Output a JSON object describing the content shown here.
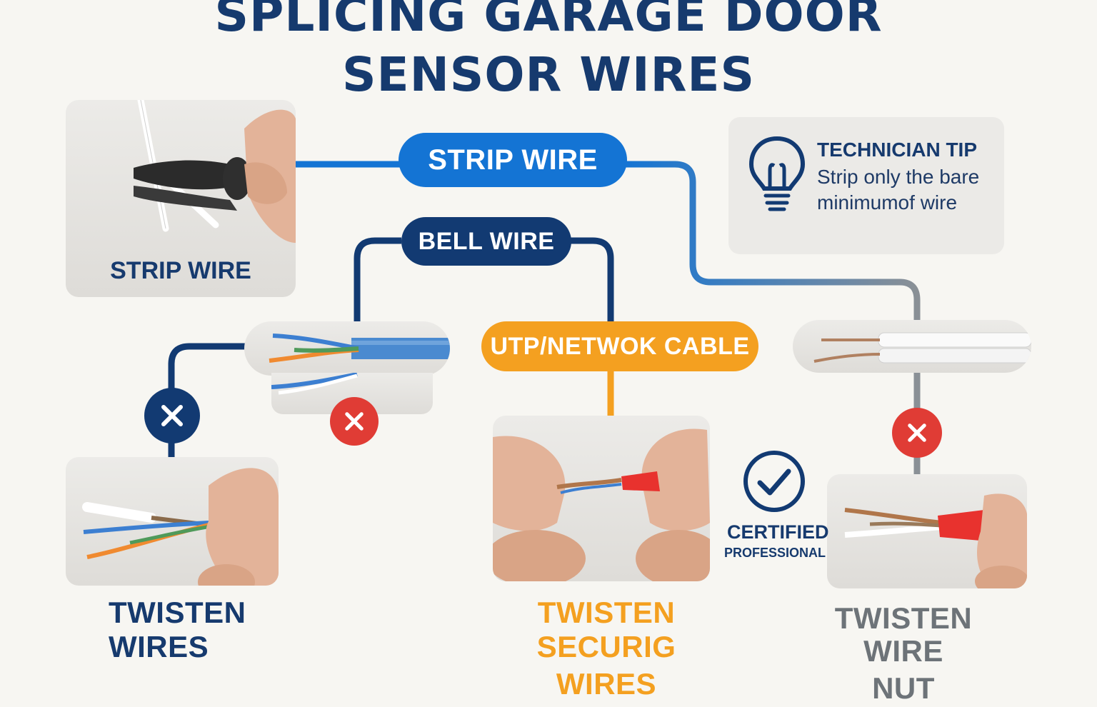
{
  "title": {
    "line1": "SPLICING GARAGE DOOR",
    "line2": "SENSOR WIRES"
  },
  "cards": {
    "strip_card_label": "STRIP WIRE"
  },
  "nodes": {
    "strip_wire": "STRIP WIRE",
    "bell_wire": "BELL WIRE",
    "utp_cable": "UTP/NETWOK CABLE"
  },
  "tip": {
    "title": "TECHNICIAN TIP",
    "body": "Strip only the bare minimumof wire"
  },
  "badge": {
    "title": "CERTIFIED",
    "subtitle": "PROFESSIONAL"
  },
  "captions": {
    "left_line1": "TWISTEN",
    "left_line2": "WIRES",
    "center_line1": "TWISTEN",
    "center_line2": "SECURIG WIRES",
    "right_line1": "TWISTEN",
    "right_line2": "WIRE NUT"
  },
  "icons": {
    "tip": "lightbulb-icon",
    "badge": "check-circle-icon",
    "reject": "x-circle-icon"
  },
  "colors": {
    "navy": "#123a72",
    "blue": "#1474d4",
    "orange": "#f4a020",
    "red": "#e03c35",
    "gray": "#8a9096"
  }
}
